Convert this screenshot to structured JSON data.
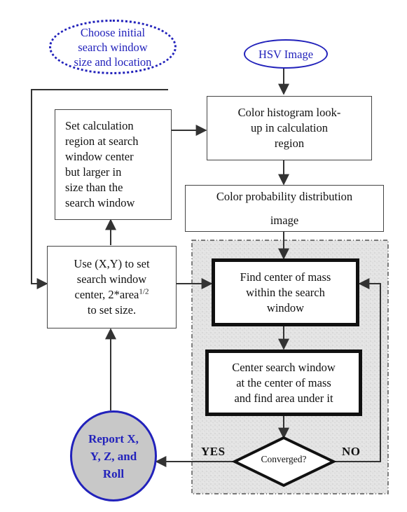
{
  "nodes": {
    "start": "Choose initial\nsearch window\nsize and location",
    "hsv": "HSV Image",
    "calc_region": "Set calculation\nregion at search\nwindow center\nbut larger in\nsize than the\nsearch window",
    "histogram": "Color histogram look-\nup in calculation\nregion",
    "prob_dist": "Color probability distribution\n\nimage",
    "set_window_pre": "Use (X,Y) to set\nsearch window\ncenter, 2*area",
    "set_window_sup": "1/2",
    "set_window_post": "\nto set size.",
    "find_center": "Find center of mass\nwithin the search\nwindow",
    "center_window": "Center search window\nat the center of mass\nand find area under it",
    "converged": "Converged?",
    "report": "Report X,\nY, Z, and\nRoll"
  },
  "edge_labels": {
    "yes": "YES",
    "no": "NO"
  },
  "colors": {
    "accent_blue": "#2222bb",
    "report_fill": "#c8c8c8",
    "panel_fill": "#e2e2e2",
    "arrow": "#333333"
  }
}
